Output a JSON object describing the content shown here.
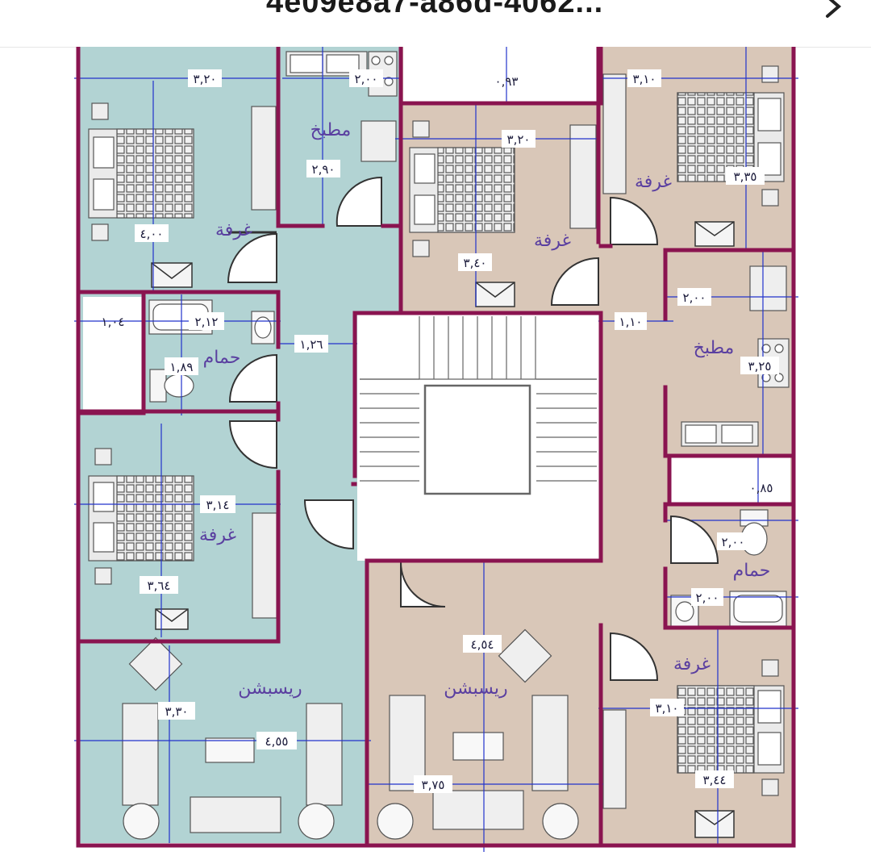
{
  "header": {
    "title": "4e09e8a7-a86d-4062...",
    "back_icon": "chevron-right-icon"
  },
  "colors": {
    "apartment_left": "#b2d3d3",
    "apartment_right": "#d9c7b8",
    "walls": "#8a1450",
    "dimension_lines": "#2233cc",
    "labels": "#5a3fa0"
  },
  "rooms": [
    {
      "key": "bed_tl",
      "label": "غرفة"
    },
    {
      "key": "kitchen_tl",
      "label": "مطبخ"
    },
    {
      "key": "bed_tc",
      "label": "غرفة"
    },
    {
      "key": "bed_tr",
      "label": "غرفة"
    },
    {
      "key": "kitchen_r",
      "label": "مطبخ"
    },
    {
      "key": "bath_l",
      "label": "حمام"
    },
    {
      "key": "bed_ml",
      "label": "غرفة"
    },
    {
      "key": "bath_r",
      "label": "حمام"
    },
    {
      "key": "bed_br",
      "label": "غرفة"
    },
    {
      "key": "rec_l",
      "label": "ريسبشن"
    },
    {
      "key": "rec_c",
      "label": "ريسبشن"
    }
  ],
  "dimensions": [
    {
      "key": "d1",
      "text": "٣,٢٠"
    },
    {
      "key": "d2",
      "text": "٢,٠٠"
    },
    {
      "key": "d3",
      "text": "٠,٩٣"
    },
    {
      "key": "d4",
      "text": "٣,١٠"
    },
    {
      "key": "d5",
      "text": "٣,٢٠"
    },
    {
      "key": "d6",
      "text": "٢,٩٠"
    },
    {
      "key": "d7",
      "text": "٣,٣٥"
    },
    {
      "key": "d8",
      "text": "٤,٠٠"
    },
    {
      "key": "d9",
      "text": "٣,٤٠"
    },
    {
      "key": "d10",
      "text": "١,٠٤"
    },
    {
      "key": "d11",
      "text": "٢,١٢"
    },
    {
      "key": "d12",
      "text": "١,١٠"
    },
    {
      "key": "d13",
      "text": "٢,٠٠"
    },
    {
      "key": "d14",
      "text": "١,٢٦"
    },
    {
      "key": "d15",
      "text": "١,٨٩"
    },
    {
      "key": "d16",
      "text": "٣,٢٥"
    },
    {
      "key": "d17",
      "text": "٠,٨٥"
    },
    {
      "key": "d18",
      "text": "٣,١٤"
    },
    {
      "key": "d19",
      "text": "٢,٠٠"
    },
    {
      "key": "d20",
      "text": "٣,٦٤"
    },
    {
      "key": "d21",
      "text": "٢,٠٠"
    },
    {
      "key": "d22",
      "text": "٤,٥٤"
    },
    {
      "key": "d23",
      "text": "٣,٣٠"
    },
    {
      "key": "d24",
      "text": "٣,١٠"
    },
    {
      "key": "d25",
      "text": "٤,٥٥"
    },
    {
      "key": "d26",
      "text": "٣,٤٤"
    },
    {
      "key": "d27",
      "text": "٣,٧٥"
    }
  ]
}
